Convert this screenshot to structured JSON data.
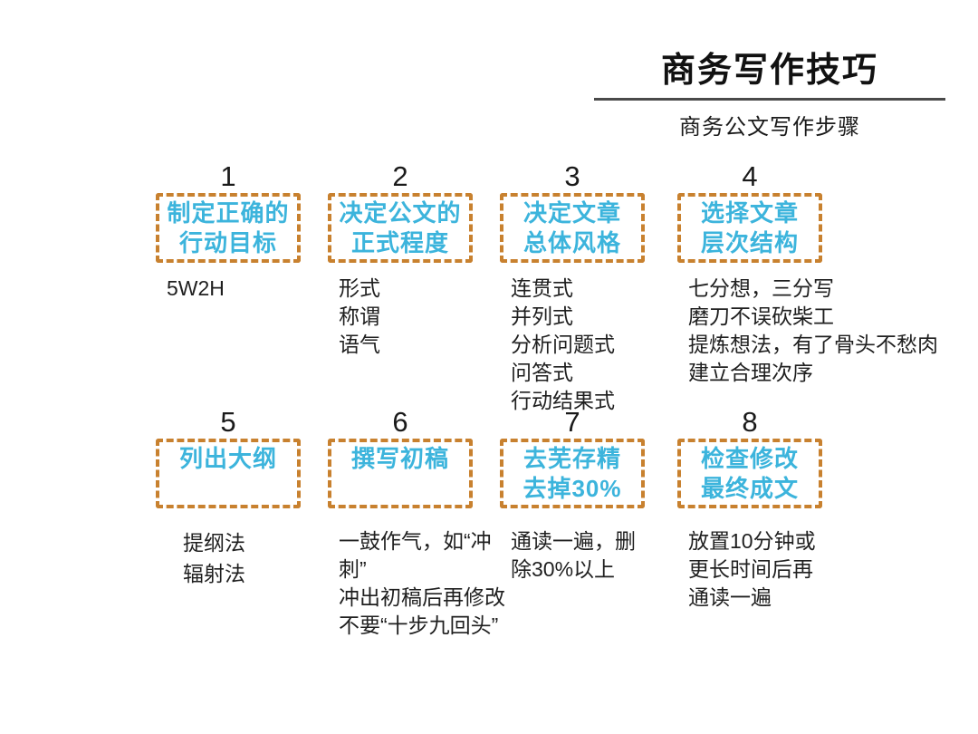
{
  "header": {
    "title": "商务写作技巧",
    "subtitle": "商务公文写作步骤"
  },
  "colors": {
    "box_border": "#c8812f",
    "box_text": "#3cb4dc",
    "body_text": "#1f1f1f",
    "divider": "#4a4a4a",
    "background": "#ffffff"
  },
  "steps": [
    {
      "number": "1",
      "box_lines": [
        "制定正确的",
        "行动目标"
      ],
      "desc_lines": [
        "5W2H"
      ]
    },
    {
      "number": "2",
      "box_lines": [
        "决定公文的",
        "正式程度"
      ],
      "desc_lines": [
        "形式",
        "称谓",
        "语气"
      ]
    },
    {
      "number": "3",
      "box_lines": [
        "决定文章",
        "总体风格"
      ],
      "desc_lines": [
        "连贯式",
        "并列式",
        "分析问题式",
        "问答式",
        "行动结果式"
      ]
    },
    {
      "number": "4",
      "box_lines": [
        "选择文章",
        "层次结构"
      ],
      "desc_lines": [
        "七分想，三分写",
        "磨刀不误砍柴工",
        "提炼想法，有了骨头不愁肉",
        "建立合理次序"
      ]
    },
    {
      "number": "5",
      "box_lines": [
        "列出大纲"
      ],
      "desc_lines": [
        "提纲法",
        "辐射法"
      ]
    },
    {
      "number": "6",
      "box_lines": [
        "撰写初稿"
      ],
      "desc_lines": [
        "一鼓作气，如“冲",
        "刺”",
        "冲出初稿后再修改",
        "不要“十步九回头”"
      ]
    },
    {
      "number": "7",
      "box_lines": [
        "去芜存精",
        "去掉30%"
      ],
      "desc_lines": [
        "通读一遍，删",
        "除30%以上"
      ]
    },
    {
      "number": "8",
      "box_lines": [
        "检查修改",
        "最终成文"
      ],
      "desc_lines": [
        "放置10分钟或",
        "更长时间后再",
        "通读一遍"
      ]
    }
  ]
}
